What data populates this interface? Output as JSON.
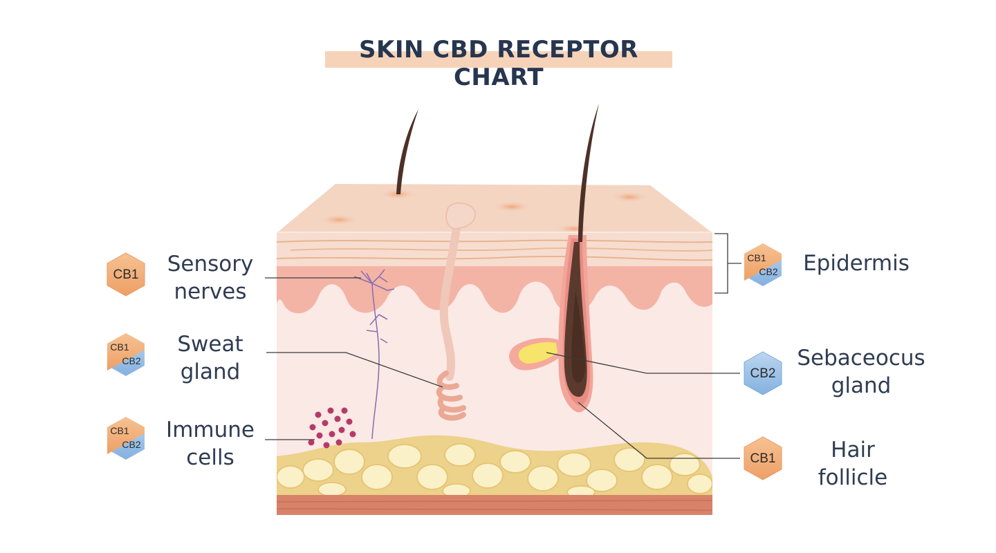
{
  "title": "SKIN CBD RECEPTOR CHART",
  "labels": {
    "sensory_nerves": [
      "Sensory",
      "nerves"
    ],
    "sweat_gland": [
      "Sweat",
      "gland"
    ],
    "immune_cells": [
      "Immune",
      "cells"
    ],
    "epidermis": [
      "Epidermis"
    ],
    "sebaceous_gland": [
      "Sebaceocus",
      "gland"
    ],
    "hair_follicle": [
      "Hair",
      "follicle"
    ]
  },
  "receptors": {
    "sensory_nerves": "CB1",
    "sweat_gland": [
      "CB1",
      "CB2"
    ],
    "immune_cells": [
      "CB1",
      "CB2"
    ],
    "epidermis": [
      "CB1",
      "CB2"
    ],
    "sebaceous_gland": "CB2",
    "hair_follicle": "CB1"
  },
  "colors": {
    "cb1": "#f2b07a",
    "cb2": "#9ec3e8",
    "title_band": "#f6d3b8",
    "text": "#2f3c52"
  }
}
